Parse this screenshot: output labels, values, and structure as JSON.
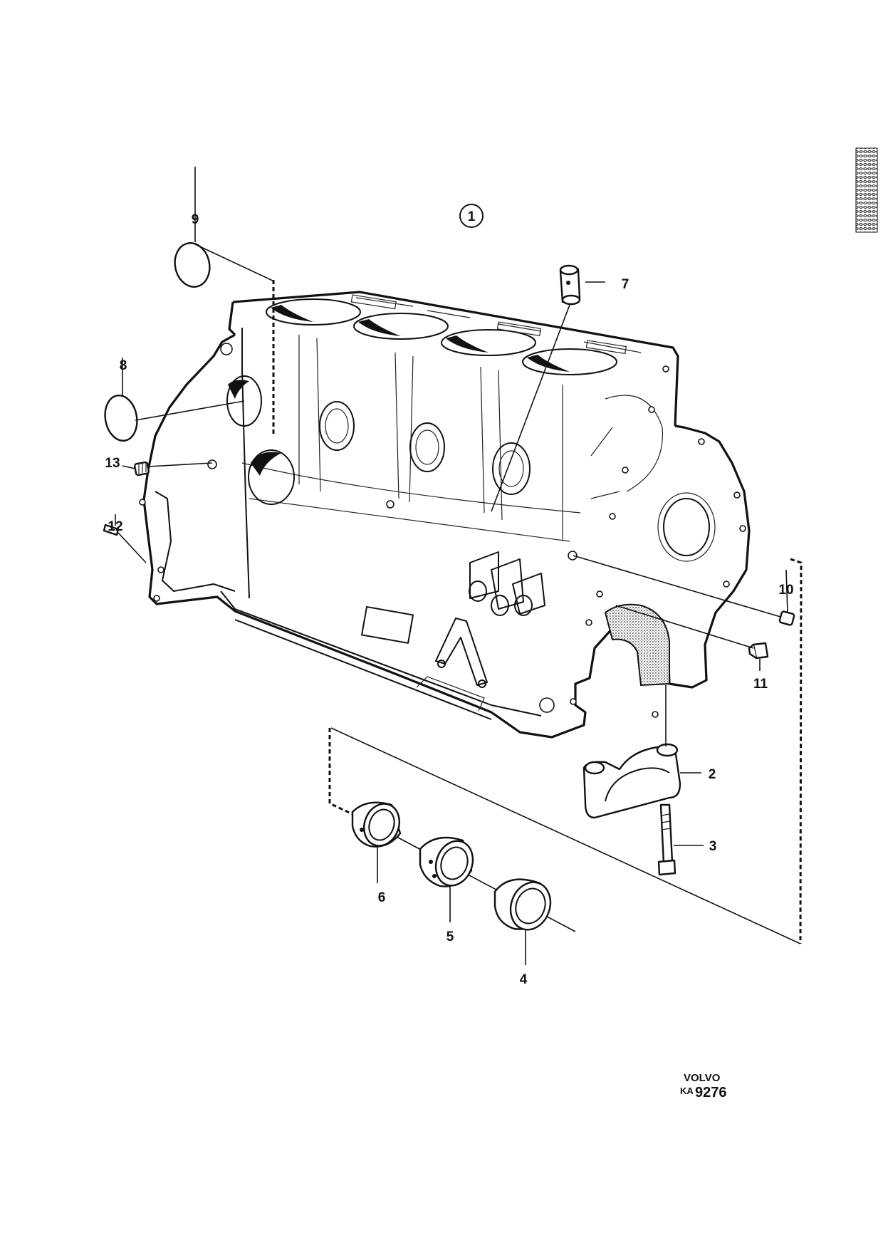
{
  "diagram": {
    "group_number": "1",
    "callouts": [
      {
        "id": "2",
        "text": "2"
      },
      {
        "id": "3",
        "text": "3"
      },
      {
        "id": "4",
        "text": "4"
      },
      {
        "id": "5",
        "text": "5"
      },
      {
        "id": "6",
        "text": "6"
      },
      {
        "id": "7",
        "text": "7"
      },
      {
        "id": "8",
        "text": "8"
      },
      {
        "id": "9",
        "text": "9"
      },
      {
        "id": "10",
        "text": "10"
      },
      {
        "id": "11",
        "text": "11"
      },
      {
        "id": "12",
        "text": "12"
      },
      {
        "id": "13",
        "text": "13"
      }
    ],
    "brand": "VOLVO",
    "ref_prefix": "KA",
    "ref_number": "9276"
  }
}
